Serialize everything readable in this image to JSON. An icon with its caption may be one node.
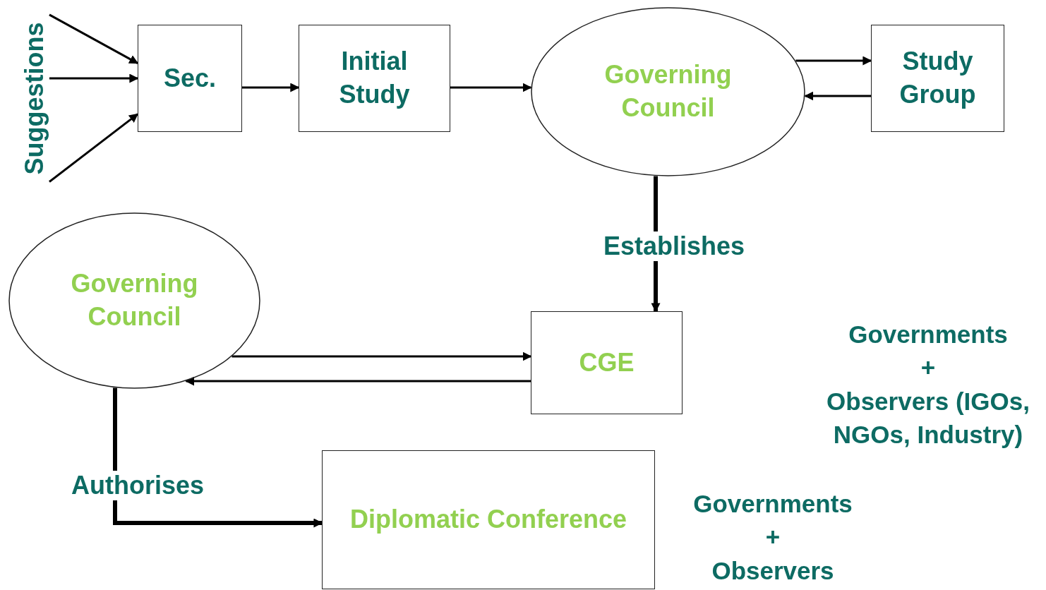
{
  "diagram": {
    "nodes": [
      {
        "text": [
          "Suggestions"
        ]
      },
      {
        "text": [
          "Sec."
        ]
      },
      {
        "text": [
          "Initial Study"
        ]
      },
      {
        "text": [
          "Governing Council"
        ]
      },
      {
        "text": [
          "Study Group"
        ]
      },
      {
        "text": [
          "Governing Council"
        ]
      },
      {
        "text": [
          "CGE"
        ],
        "beside": [
          "Governments",
          "+",
          "Observers (IGOs, NGOs, Industry)"
        ]
      },
      {
        "text": [
          "Diplomatic Conference"
        ],
        "beside": [
          "Governments",
          "+",
          "Observers"
        ]
      }
    ],
    "edges": [
      {
        "from": 0,
        "to": 1,
        "arrow": "to"
      },
      {
        "from": 0,
        "to": 1,
        "arrow": "to"
      },
      {
        "from": 0,
        "to": 1,
        "arrow": "to"
      },
      {
        "from": 1,
        "to": 2,
        "arrow": "to"
      },
      {
        "from": 2,
        "to": 3,
        "arrow": "to"
      },
      {
        "from": 3,
        "to": 4,
        "arrow": "to"
      },
      {
        "from": 4,
        "to": 3,
        "arrow": "to"
      },
      {
        "from": 3,
        "to": 6,
        "arrow": "to",
        "label": "Establishes",
        "style": "thick"
      },
      {
        "from": 5,
        "to": 6,
        "arrow": "to"
      },
      {
        "from": 6,
        "to": 5,
        "arrow": "to"
      },
      {
        "from": 5,
        "to": 7,
        "arrow": "to",
        "label": "Authorises",
        "style": "thick"
      }
    ]
  }
}
